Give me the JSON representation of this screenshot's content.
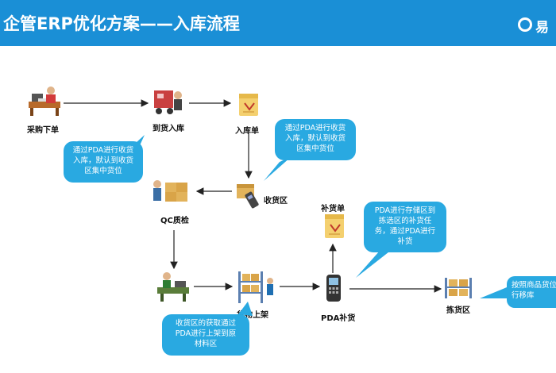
{
  "header": {
    "title": "企管ERP优化方案——入库流程",
    "logo_text": "易"
  },
  "nodes": {
    "purchase_order": "采购下单",
    "arrival_inbound": "到货入库",
    "inbound_sheet": "入库单",
    "receiving_area": "收货区",
    "qc_inspection": "QC质检",
    "goods_shelving": "货物上架",
    "pda_replenish": "PDA补货",
    "replenish_sheet": "补货单",
    "picking_area": "拣货区"
  },
  "bubbles": {
    "left": [
      "通过PDA进行收货",
      "入库，默认到收货",
      "区集中货位"
    ],
    "top": [
      "通过PDA进行收货",
      "入库，默认到收货",
      "区集中货位"
    ],
    "right": [
      "PDA进行存储区到",
      "拣选区的补货任",
      "务，通过PDA进行",
      "补货"
    ],
    "bottom": [
      "收货区的获取通过",
      "PDA进行上架到原",
      "材料区"
    ],
    "far_right": [
      "按照商品货位进",
      "行移库"
    ]
  },
  "colors": {
    "header": "#1a8fd6",
    "bubble": "#29a9e1"
  }
}
